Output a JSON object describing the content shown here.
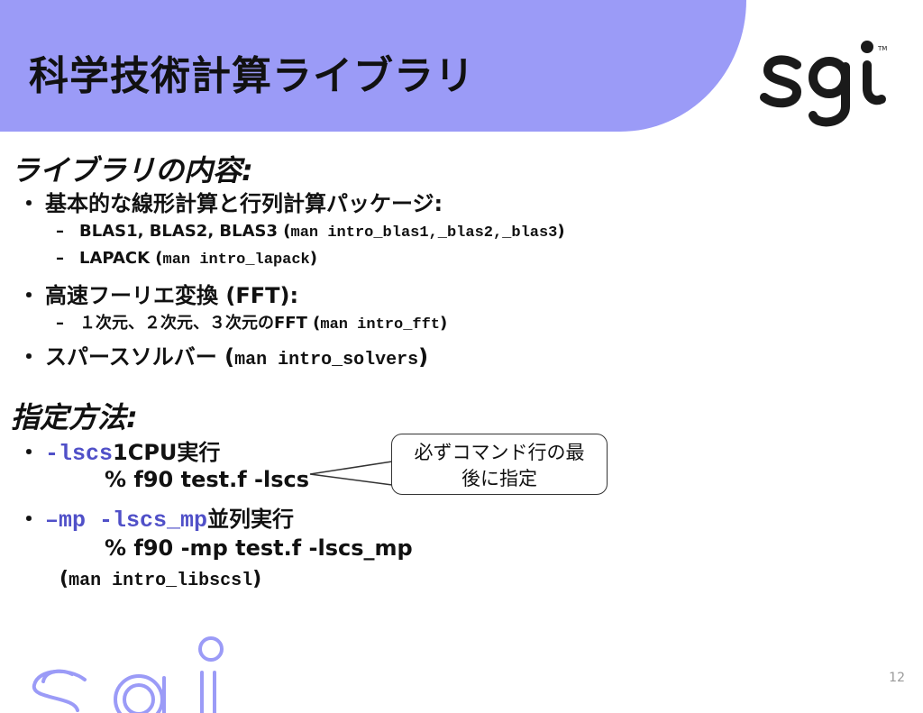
{
  "slide": {
    "title": "科学技術計算ライブラリ",
    "logo_text": "sgi",
    "page_number": "12"
  },
  "colors": {
    "header_band": "#9b9bf7",
    "accent_text": "#5050c8",
    "text": "#111111"
  },
  "contents_section": {
    "heading": "ライブラリの内容:",
    "items": [
      {
        "bullet": "・",
        "label": "基本的な線形計算と行列計算パッケージ:",
        "subitems": [
          {
            "dash": "–",
            "text": "BLAS1, BLAS2, BLAS3 (",
            "code": " man intro_blas1,_blas2,_blas3",
            "close": ")"
          },
          {
            "dash": "–",
            "text": "LAPACK (",
            "code": "man intro_lapack",
            "close": ")"
          }
        ]
      },
      {
        "bullet": "・",
        "label": "高速フーリエ変換 (FFT):",
        "subitems": [
          {
            "dash": "–",
            "text": "１次元、２次元、３次元のFFT (",
            "code": " man intro_fft",
            "close": ")"
          }
        ]
      },
      {
        "bullet": "・",
        "label": "スパースソルバー (",
        "code": " man intro_solvers",
        "close": ")"
      }
    ]
  },
  "usage_section": {
    "heading": "指定方法:",
    "items": [
      {
        "bullet": "・",
        "flag": "-lscs",
        "label": " 1CPU実行",
        "command": "% f90  test.f  -lscs"
      },
      {
        "bullet": "・",
        "flag": "–mp -lscs_mp",
        "label": " 並列実行",
        "command": "% f90 -mp test.f  -lscs_mp"
      }
    ],
    "man_note": {
      "open": "(",
      "code": "man intro_libscsl ",
      "close": ")"
    }
  },
  "callout": {
    "line1": "必ずコマンド行の最",
    "line2": "後に指定"
  }
}
